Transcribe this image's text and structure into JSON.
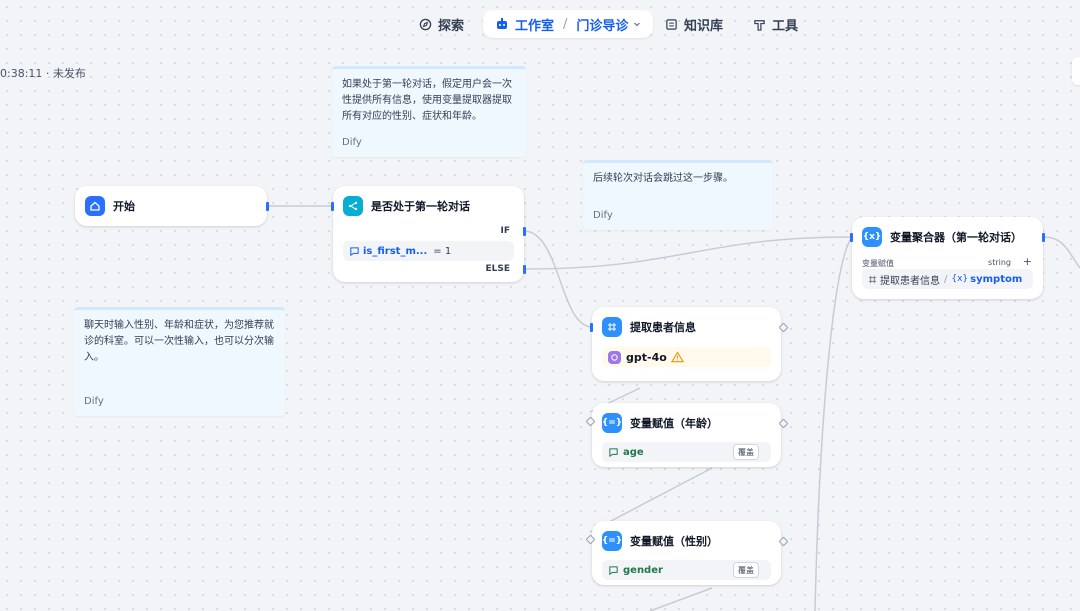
{
  "nav": {
    "explore": "探索",
    "studio": "工作室",
    "app_name": "门诊导诊",
    "knowledge": "知识库",
    "tools": "工具"
  },
  "meta": {
    "saved": "0:38:11 · 未发布"
  },
  "notes": [
    {
      "text": "如果处于第一轮对话，假定用户会一次性提供所有信息，使用变量提取器提取所有对应的性别、症状和年龄。",
      "author": "Dify"
    },
    {
      "text": "后续轮次对话会跳过这一步骤。",
      "author": "Dify"
    },
    {
      "text": "聊天时输入性别、年龄和症状，为您推荐就诊的科室。可以一次性输入，也可以分次输入。",
      "author": "Dify"
    }
  ],
  "nodes": {
    "start": {
      "title": "开始",
      "icon": "home-icon"
    },
    "if_else": {
      "title": "是否处于第一轮对话",
      "icon": "branch-icon",
      "if_label": "IF",
      "else_label": "ELSE",
      "condition_var": "is_first_m...",
      "condition_op": "= 1"
    },
    "extractor": {
      "title": "提取患者信息",
      "model": "gpt-4o",
      "icon": "extractor-icon"
    },
    "assign_age": {
      "title": "变量赋值（年龄）",
      "var": "age",
      "mode": "覆盖",
      "icon": "assigner-icon"
    },
    "assign_gender": {
      "title": "变量赋值（性别）",
      "var": "gender",
      "mode": "覆盖",
      "icon": "assigner-icon"
    },
    "aggregator": {
      "title": "变量聚合器（第一轮对话）",
      "icon": "aggregator-icon",
      "field_label": "变量赋值",
      "field_type": "string",
      "source_node": "提取患者信息",
      "source_var": "symptom",
      "separator": "/",
      "var_prefix": "{x}"
    }
  },
  "colors": {
    "accent": "#155eef",
    "handle": "#2970ff",
    "note_bg": "#eff8ff",
    "warning": "#f79009",
    "extractor_icon_bg": "#2e90fa",
    "start_icon_bg": "#2970ff",
    "ifelse_icon_bg": "#06aed4"
  }
}
